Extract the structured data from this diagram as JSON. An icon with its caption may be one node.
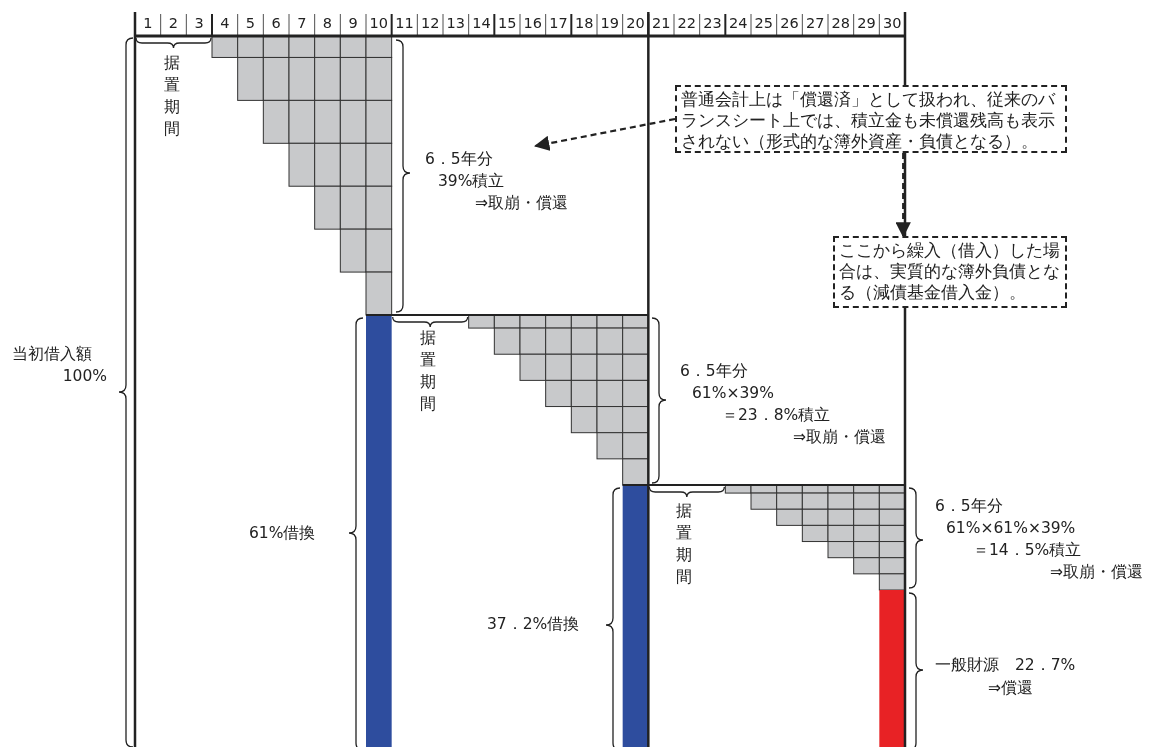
{
  "diagram": {
    "nodes": [
      {
        "text": [
          "6．5年分",
          "39%積立",
          "⇒取崩・償還"
        ]
      },
      {
        "text": [
          "普通会計上は「償還済」として扱われ、従来のバランスシート上では、積立金も未償還残高も表示されない（形式的な簿外資産・負債となる）。"
        ]
      },
      {
        "text": [
          "ここから繰入（借入）した場合は、実質的な簿外負債となる（減債基金借入金）。"
        ]
      }
    ],
    "edges": [
      {
        "from": 1,
        "to": 0,
        "arrow": "to",
        "style": "dashed"
      },
      {
        "from": 1,
        "to": 2,
        "arrow": "to",
        "style": "dashed"
      }
    ],
    "labels": [
      "1",
      "2",
      "3",
      "4",
      "5",
      "6",
      "7",
      "8",
      "9",
      "10",
      "11",
      "12",
      "13",
      "14",
      "15",
      "16",
      "17",
      "18",
      "19",
      "20",
      "21",
      "22",
      "23",
      "24",
      "25",
      "26",
      "27",
      "28",
      "29",
      "30",
      "据置期間",
      "当初借入額",
      "100%",
      "据置期間",
      "6．5年分",
      "61%×39%",
      "＝23．8%積立",
      "⇒取崩・償還",
      "61%借換",
      "据置期間",
      "6．5年分",
      "61%×61%×39%",
      "＝14．5%積立",
      "⇒取崩・償還",
      "37．2%借換",
      "一般財源　22．7%",
      "⇒償還"
    ]
  }
}
